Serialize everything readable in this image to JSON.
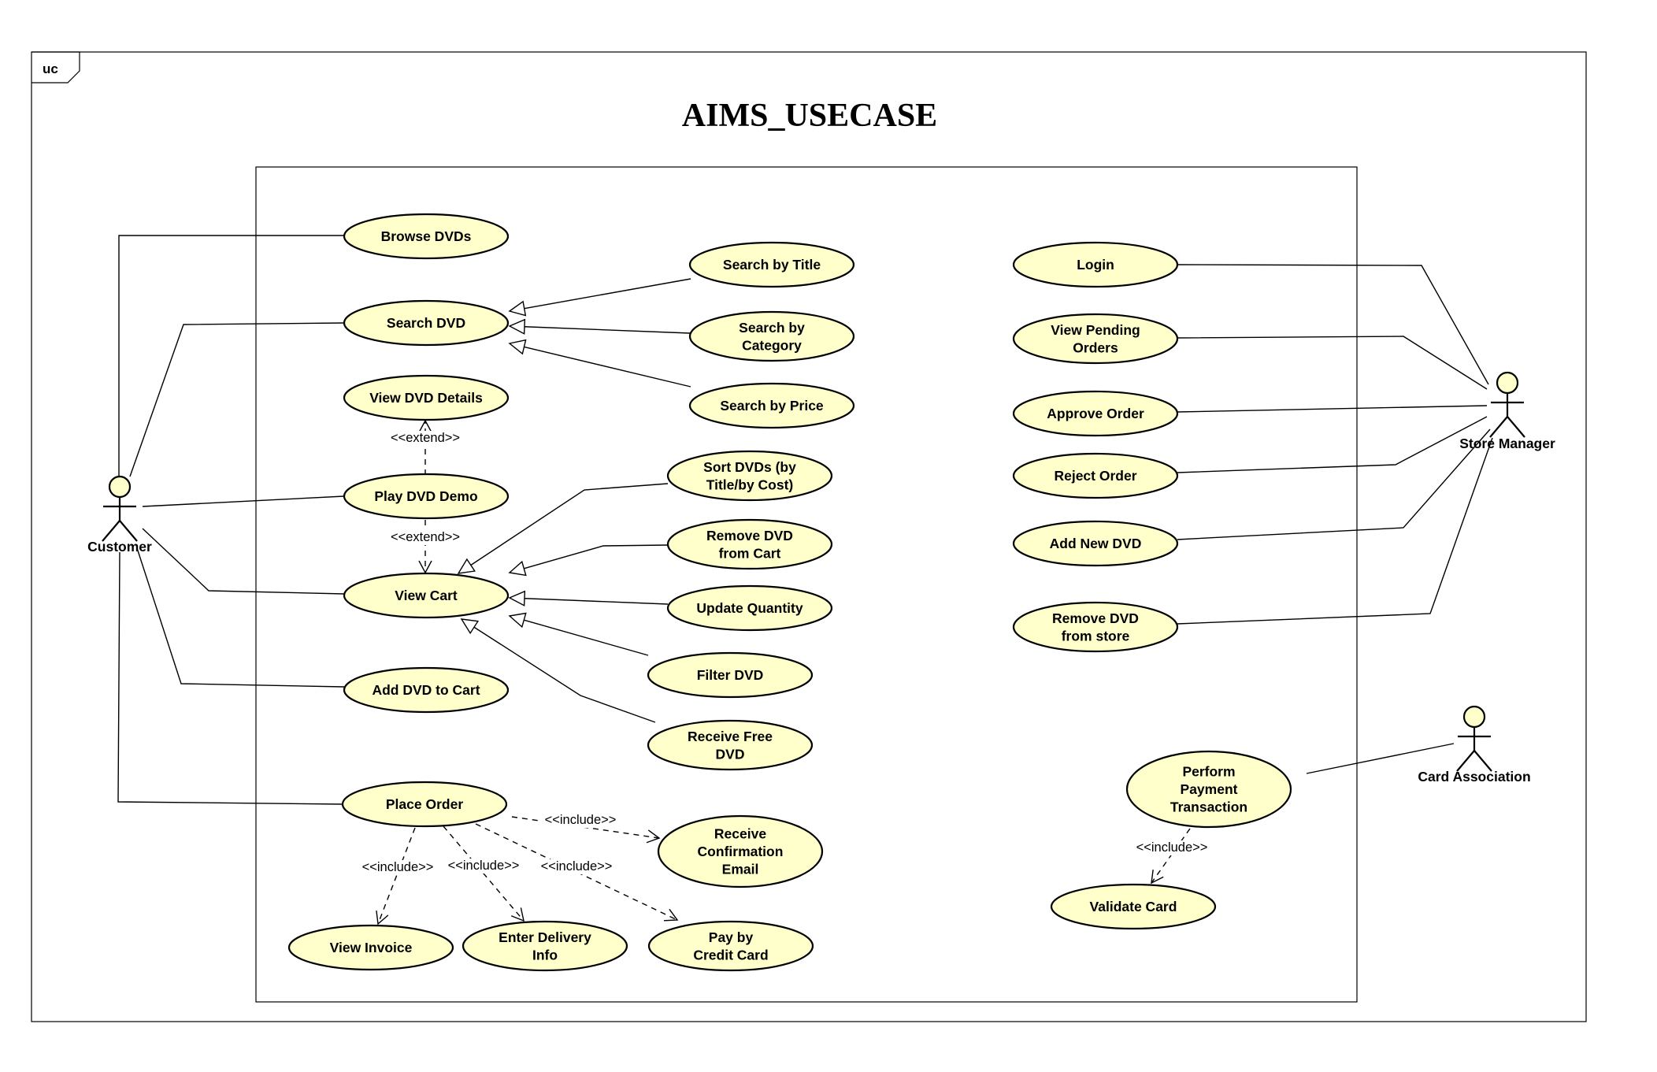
{
  "frame": {
    "tag": "uc",
    "title": "AIMS_USECASE"
  },
  "colors": {
    "usecase_fill": "#ffffcc",
    "stroke": "#000000",
    "background": "#ffffff"
  },
  "actors": [
    {
      "id": "customer",
      "name": "Customer"
    },
    {
      "id": "manager",
      "name": "Store Manager"
    },
    {
      "id": "card",
      "name": "Card Association"
    }
  ],
  "usecases": [
    {
      "id": "browse",
      "lines": [
        "Browse DVDs"
      ]
    },
    {
      "id": "search",
      "lines": [
        "Search DVD"
      ]
    },
    {
      "id": "details",
      "lines": [
        "View DVD Details"
      ]
    },
    {
      "id": "demo",
      "lines": [
        "Play DVD Demo"
      ]
    },
    {
      "id": "cart",
      "lines": [
        "View Cart"
      ]
    },
    {
      "id": "add",
      "lines": [
        "Add DVD to Cart"
      ]
    },
    {
      "id": "order",
      "lines": [
        "Place Order"
      ]
    },
    {
      "id": "s_title",
      "lines": [
        "Search by Title"
      ]
    },
    {
      "id": "s_cat",
      "lines": [
        "Search by",
        "Category"
      ]
    },
    {
      "id": "s_price",
      "lines": [
        "Search by Price"
      ]
    },
    {
      "id": "sort",
      "lines": [
        "Sort DVDs (by",
        "Title/by Cost)"
      ]
    },
    {
      "id": "remove_cart",
      "lines": [
        "Remove DVD",
        "from Cart"
      ]
    },
    {
      "id": "update",
      "lines": [
        "Update Quantity"
      ]
    },
    {
      "id": "filter",
      "lines": [
        "Filter DVD"
      ]
    },
    {
      "id": "free",
      "lines": [
        "Receive Free",
        "DVD"
      ]
    },
    {
      "id": "confirm",
      "lines": [
        "Receive",
        "Confirmation",
        "Email"
      ]
    },
    {
      "id": "invoice",
      "lines": [
        "View Invoice"
      ]
    },
    {
      "id": "delivery",
      "lines": [
        "Enter Delivery",
        "Info"
      ]
    },
    {
      "id": "pay",
      "lines": [
        "Pay by",
        "Credit Card"
      ]
    },
    {
      "id": "login",
      "lines": [
        "Login"
      ]
    },
    {
      "id": "pending",
      "lines": [
        "View Pending",
        "Orders"
      ]
    },
    {
      "id": "approve",
      "lines": [
        "Approve Order"
      ]
    },
    {
      "id": "reject",
      "lines": [
        "Reject Order"
      ]
    },
    {
      "id": "newdvd",
      "lines": [
        "Add New DVD"
      ]
    },
    {
      "id": "remove_store",
      "lines": [
        "Remove DVD",
        "from store"
      ]
    },
    {
      "id": "perform",
      "lines": [
        "Perform",
        "Payment",
        "Transaction"
      ]
    },
    {
      "id": "validate",
      "lines": [
        "Validate Card"
      ]
    }
  ],
  "associations": [
    {
      "actor": "customer",
      "usecase": "browse"
    },
    {
      "actor": "customer",
      "usecase": "search"
    },
    {
      "actor": "customer",
      "usecase": "demo"
    },
    {
      "actor": "customer",
      "usecase": "cart"
    },
    {
      "actor": "customer",
      "usecase": "add"
    },
    {
      "actor": "customer",
      "usecase": "order"
    },
    {
      "actor": "manager",
      "usecase": "login"
    },
    {
      "actor": "manager",
      "usecase": "pending"
    },
    {
      "actor": "manager",
      "usecase": "approve"
    },
    {
      "actor": "manager",
      "usecase": "reject"
    },
    {
      "actor": "manager",
      "usecase": "newdvd"
    },
    {
      "actor": "manager",
      "usecase": "remove_store"
    },
    {
      "actor": "card",
      "usecase": "perform"
    }
  ],
  "generalizations": [
    {
      "child": "s_title",
      "parent": "search"
    },
    {
      "child": "s_cat",
      "parent": "search"
    },
    {
      "child": "s_price",
      "parent": "search"
    },
    {
      "child": "sort",
      "parent": "cart"
    },
    {
      "child": "remove_cart",
      "parent": "cart"
    },
    {
      "child": "update",
      "parent": "cart"
    },
    {
      "child": "filter",
      "parent": "cart"
    },
    {
      "child": "free",
      "parent": "cart"
    }
  ],
  "dependencies": [
    {
      "from": "demo",
      "to": "details",
      "label": "<<extend>>"
    },
    {
      "from": "demo",
      "to": "cart",
      "label": "<<extend>>"
    },
    {
      "from": "order",
      "to": "confirm",
      "label": "<<include>>"
    },
    {
      "from": "order",
      "to": "invoice",
      "label": "<<include>>"
    },
    {
      "from": "order",
      "to": "delivery",
      "label": "<<include>>"
    },
    {
      "from": "order",
      "to": "pay",
      "label": "<<include>>"
    },
    {
      "from": "perform",
      "to": "validate",
      "label": "<<include>>"
    }
  ]
}
